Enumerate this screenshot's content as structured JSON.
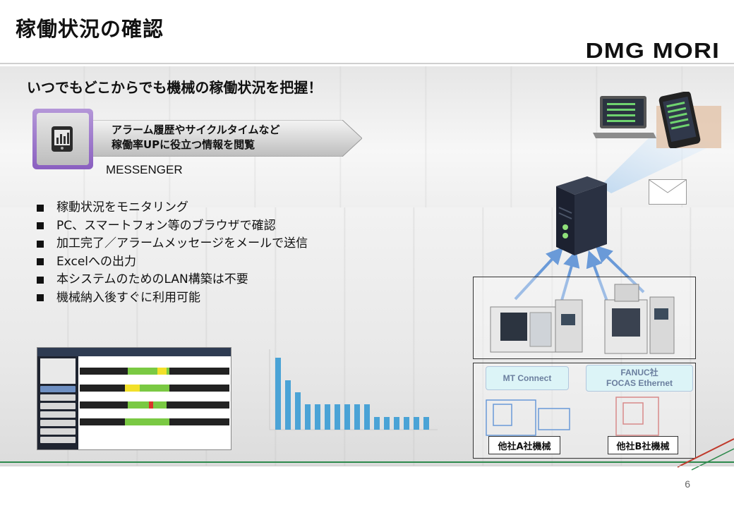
{
  "slide": {
    "title": "稼働状況の確認",
    "brand": "DMG MORI",
    "page_number": "6"
  },
  "hero": {
    "headline": "いつでもどこからでも機械の稼働状況を把握！",
    "app_name": "MESSENGER",
    "banner_line1": "アラーム履歴やサイクルタイムなど",
    "banner_line2": "稼働率UPに役立つ情報を閲覧"
  },
  "features": [
    "稼動状況をモニタリング",
    "PC、スマートフォン等のブラウザで確認",
    "加工完了／アラームメッセージをメールで送信",
    "Excelへの出力",
    "本システムのためのLAN構築は不要",
    "機械納入後すぐに利用可能"
  ],
  "protocols": {
    "mt_connect": "MT Connect",
    "fanuc": "FANUC社\nFOCAS Ethernet"
  },
  "machines": {
    "company_a": "他社A社機械",
    "company_b": "他社B社機械"
  },
  "colors": {
    "arrow": "#6a9ad8",
    "pill_bg": "#c9eef3",
    "bar": "#4aa3d6",
    "accent_purple": "#8a5fc0"
  },
  "icons": [
    "tablet-chart-icon",
    "laptop-icon",
    "smartphone-icon",
    "envelope-icon",
    "server-icon",
    "cnc-machine-icon"
  ]
}
